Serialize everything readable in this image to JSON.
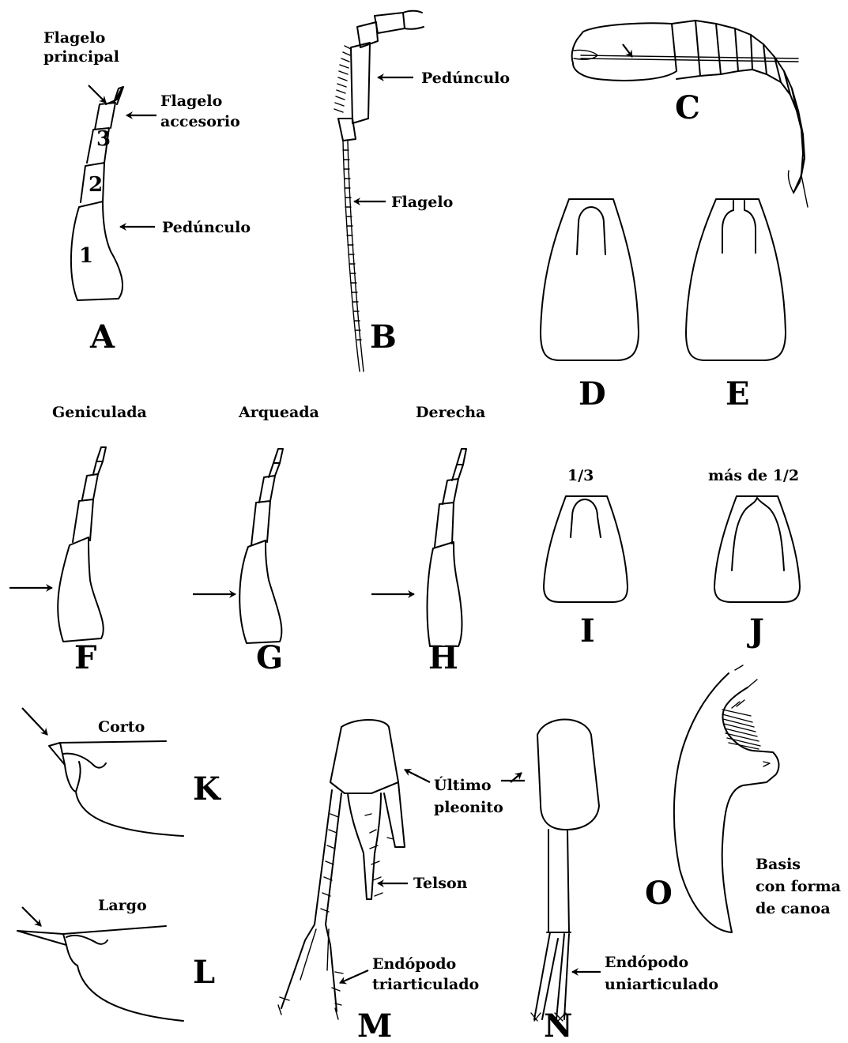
{
  "panels": {
    "A": {
      "letter": "A",
      "flagelo_principal_line1": "Flagelo",
      "flagelo_principal_line2": "principal",
      "flagelo_accesorio_line1": "Flagelo",
      "flagelo_accesorio_line2": "accesorio",
      "pedunculo": "Pedúnculo",
      "seg1": "1",
      "seg2": "2",
      "seg3": "3"
    },
    "B": {
      "letter": "B",
      "pedunculo": "Pedúnculo",
      "flagelo": "Flagelo"
    },
    "C": {
      "letter": "C"
    },
    "D": {
      "letter": "D"
    },
    "E": {
      "letter": "E"
    },
    "F": {
      "letter": "F",
      "caption": "Geniculada"
    },
    "G": {
      "letter": "G",
      "caption": "Arqueada"
    },
    "H": {
      "letter": "H",
      "caption": "Derecha"
    },
    "I": {
      "letter": "I",
      "caption": "1/3"
    },
    "J": {
      "letter": "J",
      "caption": "más de 1/2"
    },
    "K": {
      "letter": "K",
      "caption": "Corto"
    },
    "L": {
      "letter": "L",
      "caption": "Largo"
    },
    "M": {
      "letter": "M",
      "ultimo_line1": "Último",
      "ultimo_line2": "pleonito",
      "telson": "Telson",
      "endopodo_line1": "Endópodo",
      "endopodo_line2": "triarticulado"
    },
    "N": {
      "letter": "N",
      "endopodo_line1": "Endópodo",
      "endopodo_line2": "uniarticulado"
    },
    "O": {
      "letter": "O",
      "basis_line1": "Basis",
      "basis_line2": "con forma",
      "basis_line3": "de canoa",
      "mark": ">"
    }
  }
}
